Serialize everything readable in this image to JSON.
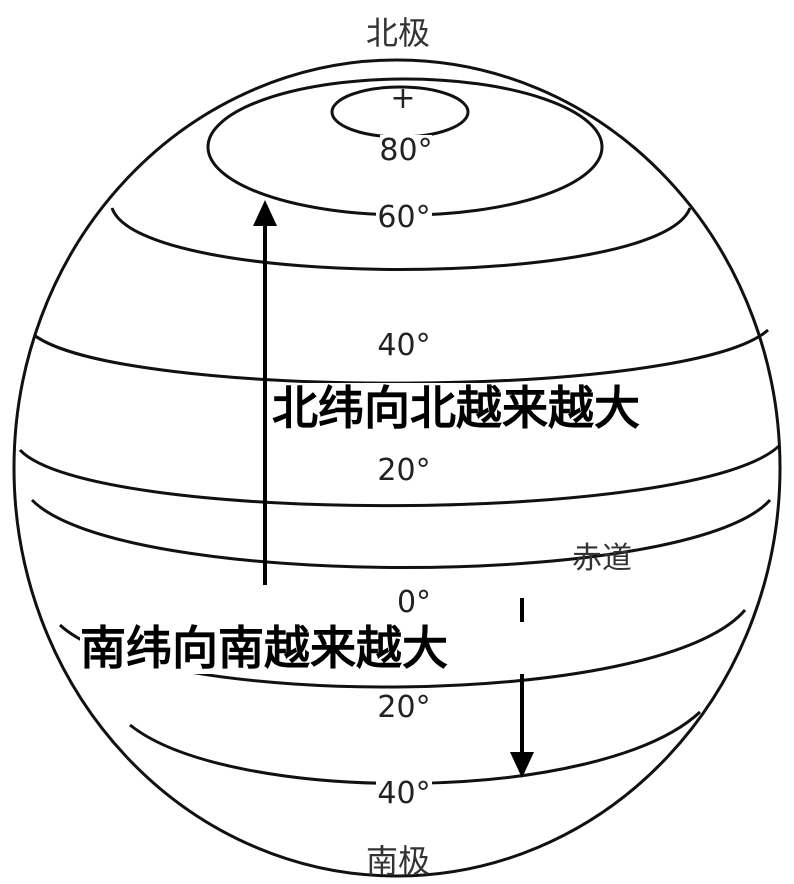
{
  "labels": {
    "north_pole": "北极",
    "south_pole": "南极",
    "equator": "赤道",
    "north_note": "北纬向北越来越大",
    "south_note": "南纬向南越来越大",
    "pole_mark": "+"
  },
  "latitudes": {
    "n80": "80°",
    "n60": "60°",
    "n40": "40°",
    "n20": "20°",
    "eq": "0°",
    "s20": "20°",
    "s40": "40°"
  }
}
